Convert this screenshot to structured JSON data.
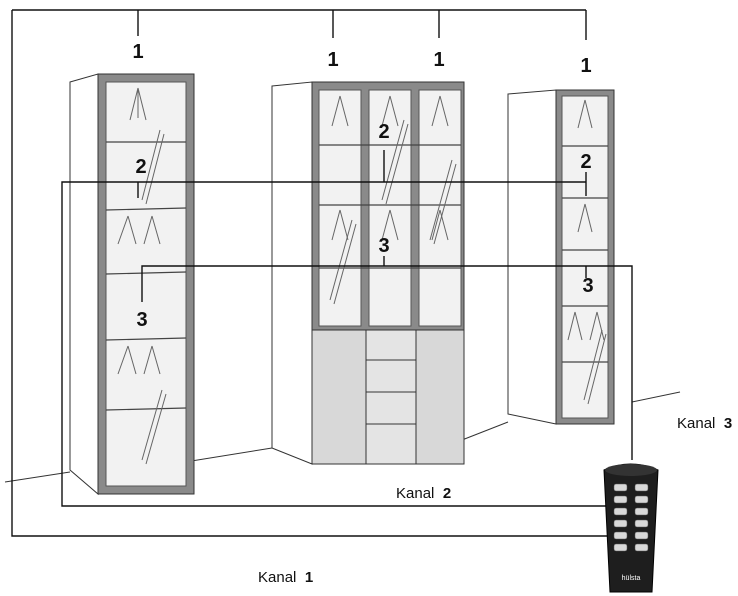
{
  "markers": {
    "top_one": "1",
    "two": "2",
    "three": "3"
  },
  "channels": {
    "kanal_word": "Kanal",
    "kanal1_num": "1",
    "kanal2_num": "2",
    "kanal3_num": "3"
  },
  "remote": {
    "brand": "hülsta"
  },
  "colors": {
    "line": "#111111",
    "frame": "#8a8a8a",
    "cabinet": "#f4f4f4",
    "drawer": "#d8d8d8",
    "remote_body": "#1e1e1e"
  }
}
